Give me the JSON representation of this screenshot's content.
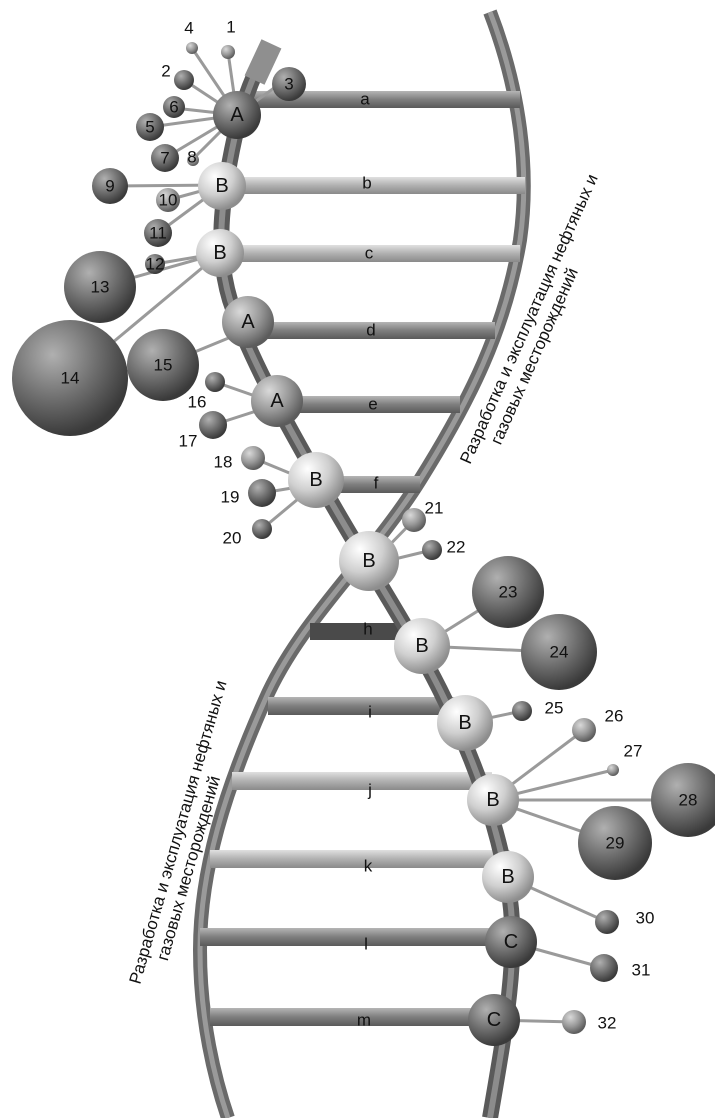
{
  "strand_labels": {
    "right_line1": "Разработка и эксплуатация нефтяных и",
    "right_line2": "газовых месторождений",
    "left_line1": "Разработка и эксплуатация нефтяных и",
    "left_line2": "газовых месторождений"
  },
  "rungs": [
    "a",
    "b",
    "c",
    "d",
    "e",
    "f",
    "h",
    "i",
    "j",
    "k",
    "l",
    "m"
  ],
  "nodes": [
    "A",
    "B",
    "B",
    "A",
    "A",
    "B",
    "B",
    "B",
    "B",
    "B",
    "B",
    "C",
    "C"
  ],
  "bubbles": [
    "1",
    "2",
    "3",
    "4",
    "5",
    "6",
    "7",
    "8",
    "9",
    "10",
    "11",
    "12",
    "13",
    "14",
    "15",
    "16",
    "17",
    "18",
    "19",
    "20",
    "21",
    "22",
    "23",
    "24",
    "25",
    "26",
    "27",
    "28",
    "29",
    "30",
    "31",
    "32"
  ],
  "colors": {
    "dark_bubble": "#6f6f6f",
    "light_bubble": "#c9c9c9",
    "strand": "#7d7d7d",
    "rung": "#8a8a8a"
  }
}
